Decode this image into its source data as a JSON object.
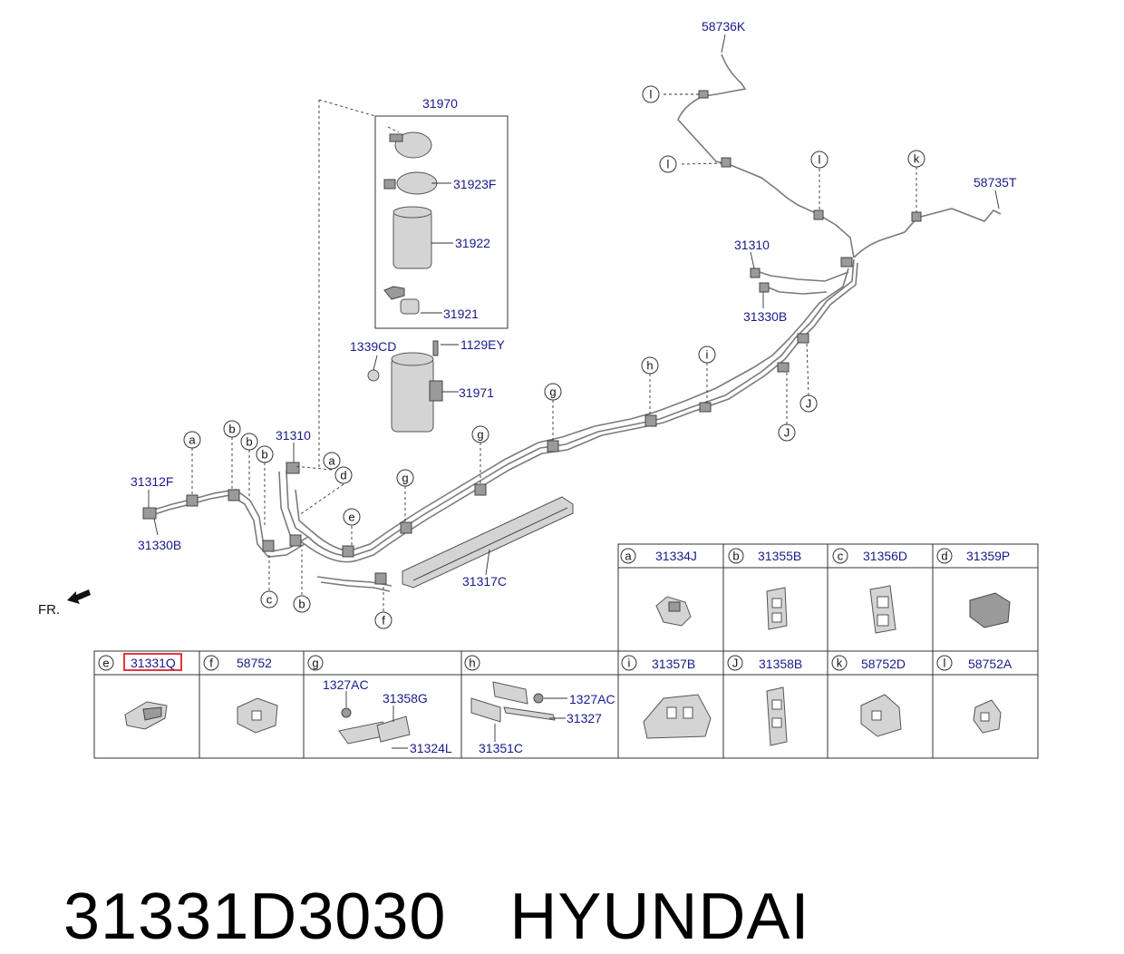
{
  "labels": {
    "l58736K": "58736K",
    "l31970": "31970",
    "l31923F": "31923F",
    "l31922": "31922",
    "l31921": "31921",
    "l1339CD": "1339CD",
    "l1129EY": "1129EY",
    "l31971": "31971",
    "l58735T": "58735T",
    "l31310_right": "31310",
    "l31330B_right": "31330B",
    "l31310_left": "31310",
    "l31312F": "31312F",
    "l31330B_left": "31330B",
    "l31317C": "31317C",
    "fr": "FR."
  },
  "callouts": {
    "a": "a",
    "b": "b",
    "c": "c",
    "d": "d",
    "e": "e",
    "f": "f",
    "g": "g",
    "h": "h",
    "i": "i",
    "J": "J",
    "k": "k",
    "l": "l"
  },
  "table": {
    "row1": [
      {
        "key": "a",
        "part": "31334J"
      },
      {
        "key": "b",
        "part": "31355B"
      },
      {
        "key": "c",
        "part": "31356D"
      },
      {
        "key": "d",
        "part": "31359P"
      }
    ],
    "row2": [
      {
        "key": "e",
        "part": "31331Q"
      },
      {
        "key": "f",
        "part": "58752"
      },
      {
        "key": "g",
        "part": ""
      },
      {
        "key": "h",
        "part": ""
      },
      {
        "key": "i",
        "part": "31357B"
      },
      {
        "key": "J",
        "part": "31358B"
      },
      {
        "key": "k",
        "part": "58752D"
      },
      {
        "key": "l",
        "part": "58752A"
      }
    ],
    "g_parts": [
      "1327AC",
      "31358G",
      "31324L"
    ],
    "h_parts": [
      "1327AC",
      "31327",
      "31351C"
    ]
  },
  "caption": {
    "part_number": "31331D3030",
    "brand": "HYUNDAI"
  },
  "colors": {
    "label": "#1a1a8c",
    "highlight": "#e0222a",
    "pipe": "#7a7a7a"
  }
}
